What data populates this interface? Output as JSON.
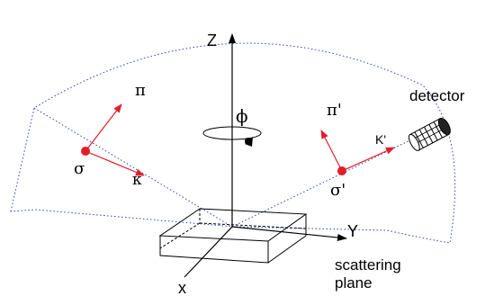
{
  "diagram": {
    "labels": {
      "axis_z": "Z",
      "axis_y": "Y",
      "axis_x": "x",
      "phi": "ϕ",
      "pi_in": "π",
      "sigma_in": "σ",
      "k_in": "κ",
      "pi_out": "π'",
      "sigma_out": "σ'",
      "k_out": "K'",
      "detector": "detector",
      "scattering_line1": "scattering",
      "scattering_line2": "plane"
    },
    "colors": {
      "beam_path": "#3344aa",
      "polarization_vector": "#e21e26",
      "axis": "#000000",
      "sample": "#000000"
    },
    "icons": {
      "detector": "detector-icon",
      "rotation": "rotation-arrow-icon"
    }
  }
}
